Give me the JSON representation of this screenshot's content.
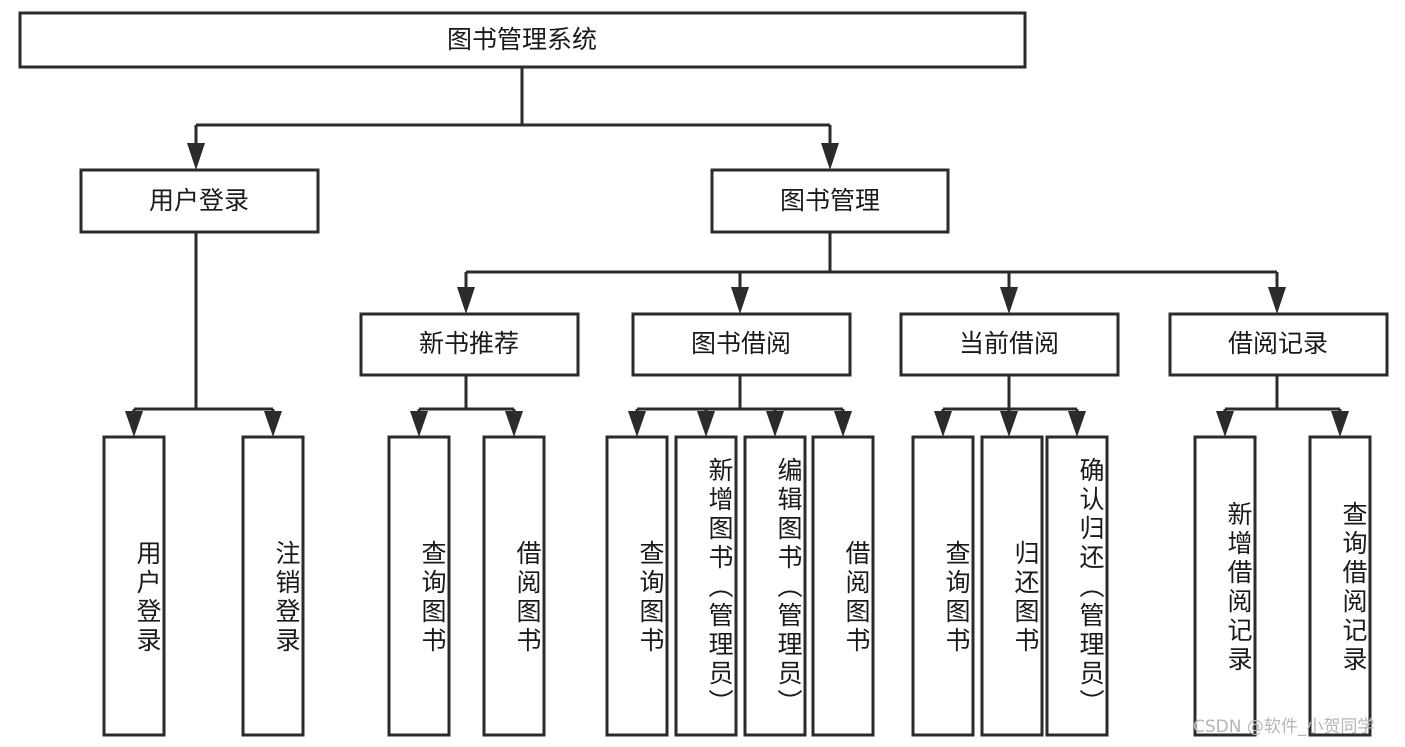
{
  "diagram": {
    "type": "tree",
    "title": "图书管理系统",
    "watermark": "CSDN @软件_小贺同学",
    "root": {
      "id": "root",
      "label": "图书管理系统",
      "orientation": "horizontal"
    },
    "level2": [
      {
        "id": "user-login",
        "label": "用户登录",
        "orientation": "horizontal"
      },
      {
        "id": "book-manage",
        "label": "图书管理",
        "orientation": "horizontal"
      }
    ],
    "level3": [
      {
        "id": "new-book-recommend",
        "label": "新书推荐",
        "orientation": "horizontal",
        "parent": "book-manage"
      },
      {
        "id": "book-borrow",
        "label": "图书借阅",
        "orientation": "horizontal",
        "parent": "book-manage"
      },
      {
        "id": "current-borrow",
        "label": "当前借阅",
        "orientation": "horizontal",
        "parent": "book-manage"
      },
      {
        "id": "borrow-record",
        "label": "借阅记录",
        "orientation": "horizontal",
        "parent": "book-manage"
      }
    ],
    "leaves": [
      {
        "id": "leaf-user-login",
        "label": "用户登录",
        "parent": "user-login",
        "orientation": "vertical",
        "align": "center"
      },
      {
        "id": "leaf-user-logout",
        "label": "注销登录",
        "parent": "user-login",
        "orientation": "vertical",
        "align": "center"
      },
      {
        "id": "leaf-query-book-1",
        "label": "查询图书",
        "parent": "new-book-recommend",
        "orientation": "vertical",
        "align": "center"
      },
      {
        "id": "leaf-borrow-book-1",
        "label": "借阅图书",
        "parent": "new-book-recommend",
        "orientation": "vertical",
        "align": "center"
      },
      {
        "id": "leaf-query-book-2",
        "label": "查询图书",
        "parent": "book-borrow",
        "orientation": "vertical",
        "align": "center"
      },
      {
        "id": "leaf-add-book",
        "label": "新增图书（管理员）",
        "parent": "book-borrow",
        "orientation": "vertical",
        "align": "top"
      },
      {
        "id": "leaf-edit-book",
        "label": "编辑图书（管理员）",
        "parent": "book-borrow",
        "orientation": "vertical",
        "align": "top"
      },
      {
        "id": "leaf-borrow-book-2",
        "label": "借阅图书",
        "parent": "book-borrow",
        "orientation": "vertical",
        "align": "center"
      },
      {
        "id": "leaf-query-book-3",
        "label": "查询图书",
        "parent": "current-borrow",
        "orientation": "vertical",
        "align": "center"
      },
      {
        "id": "leaf-return-book",
        "label": "归还图书",
        "parent": "current-borrow",
        "orientation": "vertical",
        "align": "center"
      },
      {
        "id": "leaf-confirm-return",
        "label": "确认归还（管理员）",
        "parent": "current-borrow",
        "orientation": "vertical",
        "align": "top"
      },
      {
        "id": "leaf-add-record",
        "label": "新增借阅记录",
        "parent": "borrow-record",
        "orientation": "vertical",
        "align": "center"
      },
      {
        "id": "leaf-query-record",
        "label": "查询借阅记录",
        "parent": "borrow-record",
        "orientation": "vertical",
        "align": "center"
      }
    ],
    "colors": {
      "stroke": "#2b2b2b",
      "fill": "#ffffff",
      "text": "#1a1a1a",
      "watermark": "#b5b5b5"
    }
  }
}
